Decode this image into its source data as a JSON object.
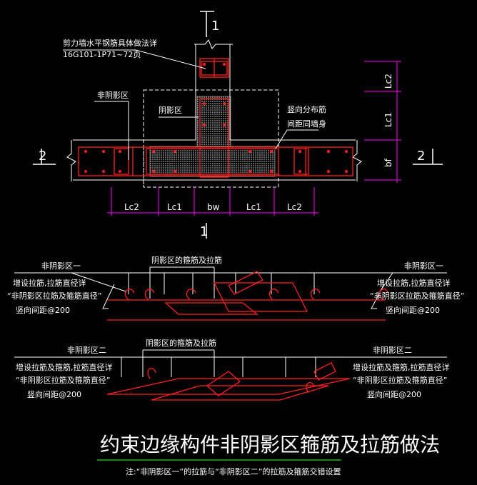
{
  "plan": {
    "section_mark_top": "1",
    "section_mark_bottom": "1",
    "section_mark_left": "2",
    "section_mark_right": "2",
    "note_shear_wall_line1": "剪力墙水平钢筋具体做法详",
    "note_shear_wall_line2": "16G101-1P71~72页",
    "label_non_shadow_zone": "非阴影区",
    "label_shadow_zone": "阴影区",
    "note_vertical_line1": "竖向分布筋",
    "note_vertical_line2": "间距同墙身",
    "dims_bottom": [
      "Lc2",
      "Lc1",
      "bw",
      "Lc1",
      "Lc2"
    ],
    "dims_right": [
      "Lc2",
      "Lc1",
      "bf"
    ]
  },
  "detail1": {
    "label_left": "非阴影区一",
    "label_right": "非阴影区一",
    "label_shadow": "阴影区的箍筋及拉筋",
    "note_left": [
      "增设拉筋,拉筋直径详",
      "“非阴影区拉筋及箍筋直径”",
      "竖向间距@200"
    ],
    "note_right": [
      "增设拉筋,拉筋直径详",
      "“非阴影区拉筋及箍筋直径”",
      "竖向间距@200"
    ]
  },
  "detail2": {
    "label_left": "非阴影区二",
    "label_right": "非阴影区二",
    "label_shadow": "阴影区的箍筋及拉筋",
    "note_left": [
      "增设拉筋及箍筋,拉筋直径详",
      "“非阴影区拉筋及箍筋直径”",
      "竖向间距@200"
    ],
    "note_right": [
      "增设拉筋及箍筋,拉筋直径详",
      "“非阴影区拉筋及箍筋直径”",
      "竖向间距@200"
    ]
  },
  "title": "约束边缘构件非阴影区箍筋及拉筋做法",
  "footnote": "注:“非阴影区一”的拉筋与“非阴影区二”的拉筋及箍筋交错设置",
  "colors": {
    "background": "#000000",
    "line": "#ffffff",
    "rebar": "#ff2020",
    "dimension": "#ff00ff",
    "footnote_line": "#00c000",
    "hatch": "#d0d0d0"
  }
}
